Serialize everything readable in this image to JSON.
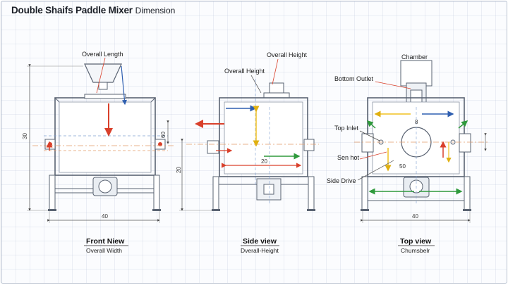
{
  "title": {
    "main": "Double Shaifs Paddle Mixer",
    "suffix": "Dimension"
  },
  "front_view": {
    "caption": "Front Niew",
    "subcaption": "Overall Width",
    "callout_overall_length": "Overall Length",
    "dim_width": "40",
    "dim_height": "30",
    "dim_side": "60"
  },
  "side_view": {
    "caption": "Side view",
    "subcaption": "Dverall-Height",
    "callout_overall_height_top": "Overall Height",
    "callout_overall_height": "Overall Height",
    "dim_height": "20",
    "dim_inner": "20"
  },
  "top_view": {
    "caption": "Top view",
    "subcaption": "Chumsbelr",
    "callout_chamber": "Chamber",
    "callout_bottom_outlet": "Bottom Outlet",
    "callout_top_inlet": "Top Inlet",
    "callout_sen_hot": "Sen hot",
    "callout_side_drive": "Side Drive",
    "dim_width": "40",
    "dim_inner": "50",
    "dim_small": "8"
  },
  "colors": {
    "frame": "#5a6372",
    "orange": "#f08a2a",
    "red": "#d9402b",
    "blue": "#2f5fb0",
    "yellow": "#f0c020",
    "green": "#2f9a3c",
    "center": "#e29a6a"
  }
}
